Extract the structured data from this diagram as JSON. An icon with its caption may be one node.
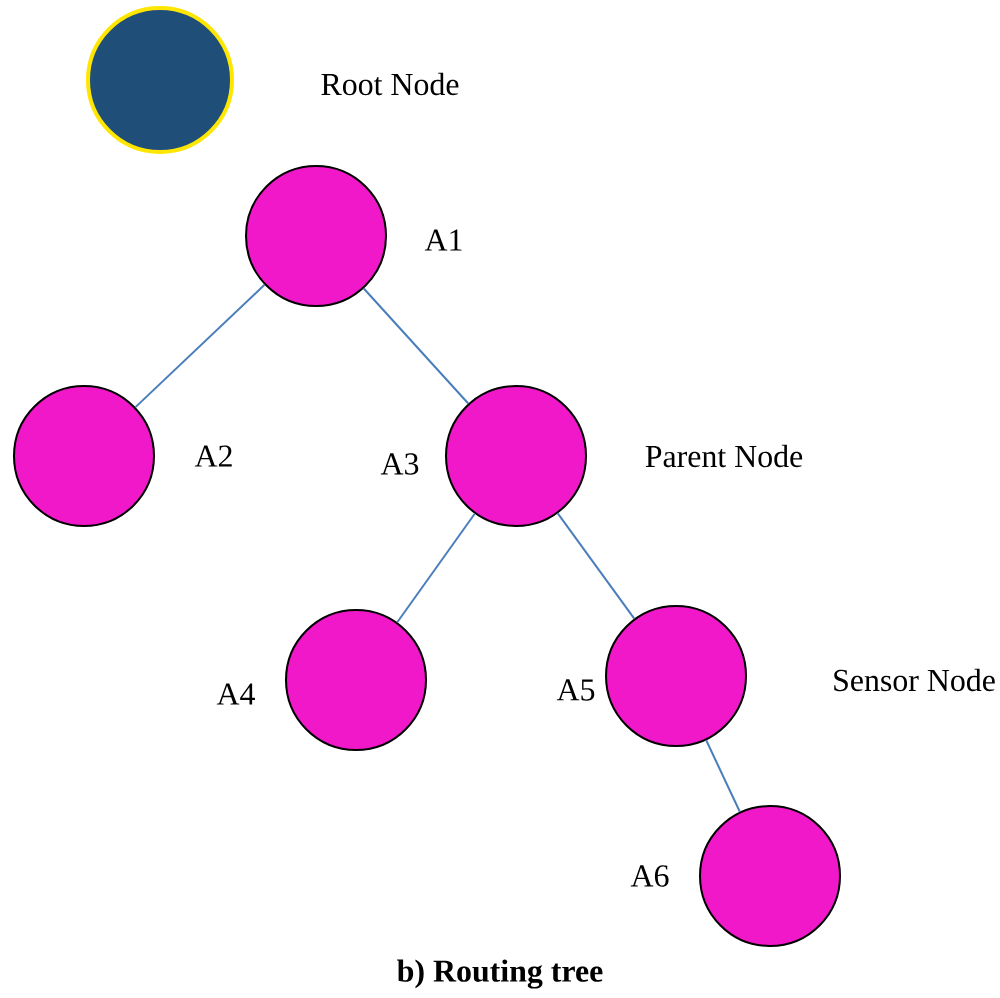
{
  "diagram": {
    "caption": "b) Routing tree",
    "nodes": [
      {
        "text": [],
        "shape": "circle",
        "beside": [
          "Root Node"
        ]
      },
      {
        "text": [],
        "shape": "circle",
        "beside": [
          "A1"
        ]
      },
      {
        "text": [],
        "shape": "circle",
        "beside": [
          "A2"
        ]
      },
      {
        "text": [],
        "shape": "circle",
        "beside": [
          "A3",
          "Parent Node"
        ]
      },
      {
        "text": [],
        "shape": "circle",
        "beside": [
          "A4"
        ]
      },
      {
        "text": [],
        "shape": "circle",
        "beside": [
          "A5",
          "Sensor Node"
        ]
      },
      {
        "text": [],
        "shape": "circle",
        "beside": [
          "A6"
        ]
      }
    ],
    "edges": [
      {
        "from": 1,
        "to": 2,
        "arrow": "none"
      },
      {
        "from": 1,
        "to": 3,
        "arrow": "none"
      },
      {
        "from": 3,
        "to": 4,
        "arrow": "none"
      },
      {
        "from": 3,
        "to": 5,
        "arrow": "none"
      },
      {
        "from": 5,
        "to": 6,
        "arrow": "none"
      }
    ]
  }
}
